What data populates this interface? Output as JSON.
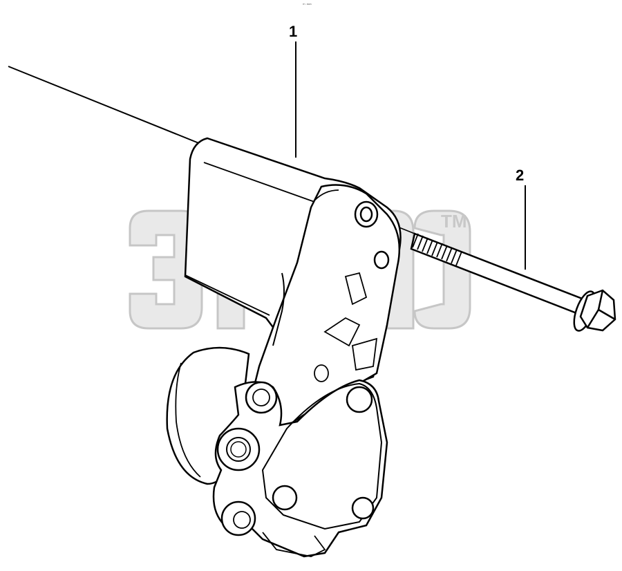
{
  "callouts": {
    "part_1": "1",
    "part_2": "2"
  },
  "watermark": {
    "text": "ЭПС",
    "trademark": "TM"
  },
  "corner_mark": "ᵐ ᵃᵃᵃ",
  "colors": {
    "line": "#000000",
    "background": "#ffffff",
    "watermark_fill": "#e8e8e8",
    "watermark_stroke": "#c8c8c8"
  }
}
